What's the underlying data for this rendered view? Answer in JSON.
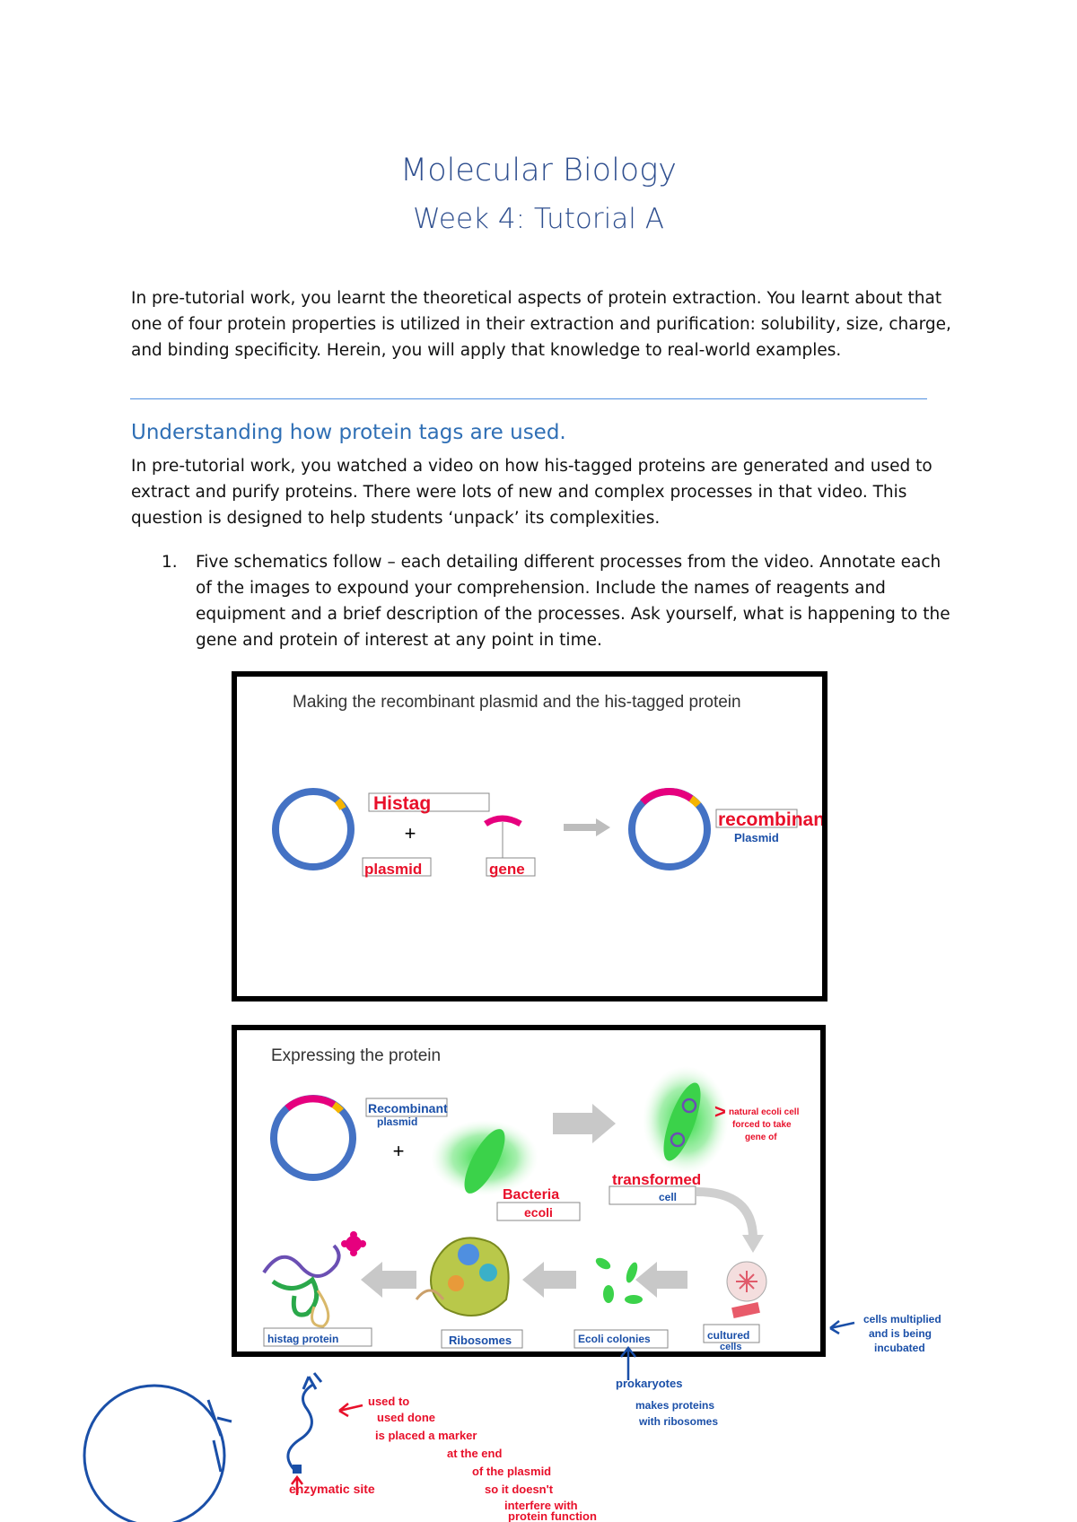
{
  "header": {
    "title": "Molecular Biology",
    "subtitle": "Week 4: Tutorial A"
  },
  "intro": "In pre-tutorial work, you learnt the theoretical aspects of protein extraction. You learnt about that one of four protein properties is utilized in their extraction and purification: solubility, size, charge, and binding specificity. Herein, you will apply that knowledge to real-world examples.",
  "section": {
    "heading": "Understanding how protein tags are used.",
    "body": "In pre-tutorial work, you watched a video on how his-tagged proteins are generated and used to extract and purify proteins. There were lots of new and complex processes in that video. This question is designed to help students ‘unpack’ its complexities."
  },
  "question1": {
    "number": "1.",
    "text": "Five schematics follow – each detailing different processes from the video. Annotate each of the images to expound your comprehension. Include the names of reagents and equipment and a brief description of the processes. Ask yourself, what is happening to the gene and protein of interest at any point in time."
  },
  "panel1": {
    "title": "Making the recombinant plasmid and the his-tagged protein",
    "plus": "+",
    "annotations": {
      "histag": "Histag",
      "plasmid": "plasmid",
      "gene": "gene",
      "recombinant": "recombinant",
      "recombinant_sub": "Plasmid"
    }
  },
  "panel2": {
    "title": "Expressing the protein",
    "plus": "+",
    "annotations": {
      "recombinant_plasmid_1": "Recombinant",
      "recombinant_plasmid_2": "plasmid",
      "bacteria_1": "Bacteria",
      "bacteria_2": "ecoli",
      "transformed_1": "transformed",
      "transformed_2": "cell",
      "natural_1": "natural ecoli cell",
      "natural_2": "forced to take",
      "natural_3": "gene of",
      "histag_protein": "histag protein",
      "ribosomes": "Ribosomes",
      "ecoli_colonies": "Ecoli colonies",
      "cultured_1": "cultured",
      "cultured_2": "cells"
    }
  },
  "margin_notes": {
    "cells_1": "cells multiplied",
    "cells_2": "and is being",
    "cells_3": "incubated",
    "prokaryotes": "prokaryotes",
    "makes_1": "makes proteins",
    "makes_2": "with ribosomes",
    "used_1": "used to",
    "used_2": "used done",
    "used_3": "is placed a marker",
    "used_4": "at the end",
    "used_5": "of the plasmid",
    "used_6": "so it doesn't",
    "used_7": "interfere with",
    "used_8": "protein function",
    "enzymatic": "enzymatic site"
  },
  "colors": {
    "plasmid": "#4472c4",
    "tag": "#e6007e",
    "marker": "#f5b400",
    "ink_red": "#e8102a",
    "ink_blue": "#1a4fa8",
    "arrow_grey": "#bdbdbd",
    "heading": "#2f6fb5"
  }
}
